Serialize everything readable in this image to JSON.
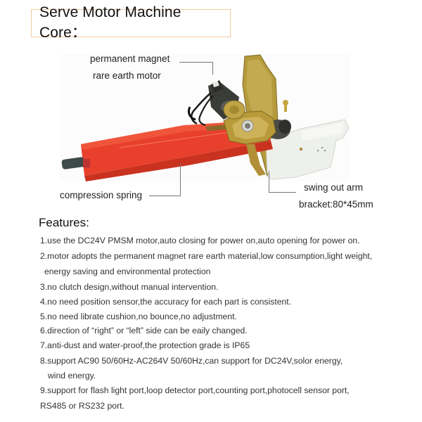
{
  "header": {
    "title": "Serve Motor Machine Core："
  },
  "diagram": {
    "labels": {
      "motor_line1": "permanent magnet",
      "motor_line2": "rare earth motor",
      "spring": "compression spring",
      "arm_line1": "swing out arm",
      "arm_line2": "bracket:80*45mm"
    },
    "colors": {
      "housing_red": "#e8402c",
      "housing_red_dark": "#b82a1c",
      "bracket_gold": "#b59a3c",
      "motor_dark": "#3a3c38",
      "arm_white": "#eef0ec",
      "title_border": "#f1c99e"
    }
  },
  "features": {
    "title": "Features:",
    "items": [
      {
        "lines": [
          "1.use the DC24V PMSM motor,auto closing for power on,auto opening for power on."
        ]
      },
      {
        "lines": [
          "2.motor adopts the permanent magnet rare earth material,low consumption,light weight,",
          "energy saving and environmental protection"
        ]
      },
      {
        "lines": [
          "3.no clutch design,without manual intervention."
        ]
      },
      {
        "lines": [
          "4.no need position sensor,the accuracy for each part  is consistent."
        ]
      },
      {
        "lines": [
          "5.no need librate cushion,no bounce,no adjustment."
        ]
      },
      {
        "lines": [
          "6.direction of “right” or “left” side can be eaily changed."
        ]
      },
      {
        "lines": [
          "7.anti-dust and water-proof,the protection grade is IP65"
        ]
      },
      {
        "lines": [
          "8.support AC90 50/60Hz-AC264V 50/60Hz,can support for DC24V,solor energy,",
          "wind energy."
        ]
      },
      {
        "lines": [
          "9.support for flash light port,loop detector port,counting port,photocell sensor port,",
          "RS485 or RS232 port."
        ]
      }
    ]
  }
}
